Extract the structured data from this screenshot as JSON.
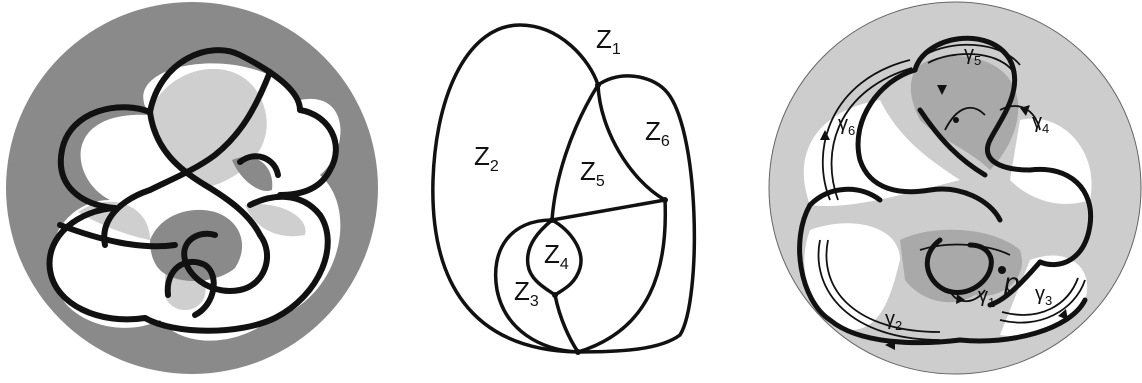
{
  "panels": {
    "left": {
      "colors": {
        "disk": "#8a8a8a",
        "region_light": "#cfcfcf",
        "region_dark": "#8a8a8a",
        "paper": "#ffffff",
        "strand": "#111111"
      }
    },
    "middle": {
      "labels": {
        "z1": {
          "main": "Z",
          "sub": "1"
        },
        "z2": {
          "main": "Z",
          "sub": "2"
        },
        "z3": {
          "main": "Z",
          "sub": "3"
        },
        "z4": {
          "main": "Z",
          "sub": "4"
        },
        "z5": {
          "main": "Z",
          "sub": "5"
        },
        "z6": {
          "main": "Z",
          "sub": "6"
        }
      }
    },
    "right": {
      "colors": {
        "disk": "#cdcdcd",
        "shade": "#a9a9a9",
        "strand": "#111111"
      },
      "labels": {
        "g1": {
          "main": "γ",
          "sub": "1"
        },
        "g2": {
          "main": "γ",
          "sub": "2"
        },
        "g3": {
          "main": "γ",
          "sub": "3"
        },
        "g4": {
          "main": "γ",
          "sub": "4"
        },
        "g5": {
          "main": "γ",
          "sub": "5"
        },
        "g6": {
          "main": "γ",
          "sub": "6"
        },
        "p": "p"
      }
    }
  }
}
